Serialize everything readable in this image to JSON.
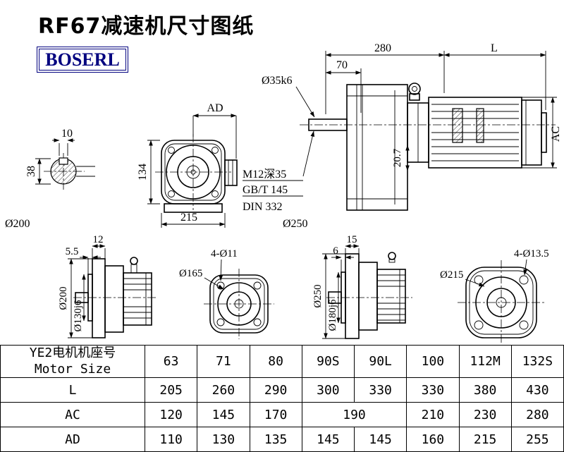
{
  "page": {
    "title": "RF67减速机尺寸图纸",
    "logo": "BOSERL",
    "accent_color": "#00007f"
  },
  "drawings": {
    "side_view": {
      "dim_width": "280",
      "dim_length": "L",
      "dim_shaft_len": "70",
      "shaft_dia": "Ø35k6",
      "dim_height": "AC",
      "dim_offset": "20.7",
      "thread_note": "M12深35",
      "standard_note": "GB/T 145",
      "din_note": "DIN 332",
      "flange_dia": "Ø250"
    },
    "shaft_section": {
      "key_width": "10",
      "shaft_height": "38",
      "flange_dia": "Ø200"
    },
    "front_view": {
      "dim_ad": "AD",
      "dim_height": "134",
      "dim_width": "215"
    },
    "flange_side_small": {
      "flange_thickness": "12",
      "spigot_thickness": "5.5",
      "flange_dia": "Ø200",
      "spigot_dia": "Ø130j6"
    },
    "flange_front_small": {
      "bolt_holes": "4-Ø11",
      "bolt_circle": "Ø165"
    },
    "flange_side_large": {
      "flange_thickness": "15",
      "spigot_thickness": "6",
      "flange_dia": "Ø250",
      "spigot_dia": "Ø180j6"
    },
    "flange_front_large": {
      "bolt_holes": "4-Ø13.5",
      "bolt_circle": "Ø215"
    }
  },
  "table": {
    "header_cn": "YE2电机机座号",
    "header_en": "Motor Size",
    "columns": [
      "63",
      "71",
      "80",
      "90S",
      "90L",
      "100",
      "112M",
      "132S"
    ],
    "rows": {
      "L": {
        "label": "L",
        "values": [
          "205",
          "260",
          "290",
          "300",
          "330",
          "330",
          "380",
          "430"
        ]
      },
      "AC": {
        "label": "AC",
        "values": [
          "120",
          "145",
          "170",
          "190",
          "210",
          "230",
          "280"
        ]
      },
      "AD": {
        "label": "AD",
        "values": [
          "110",
          "130",
          "135",
          "145",
          "145",
          "160",
          "215",
          "255"
        ]
      }
    }
  }
}
